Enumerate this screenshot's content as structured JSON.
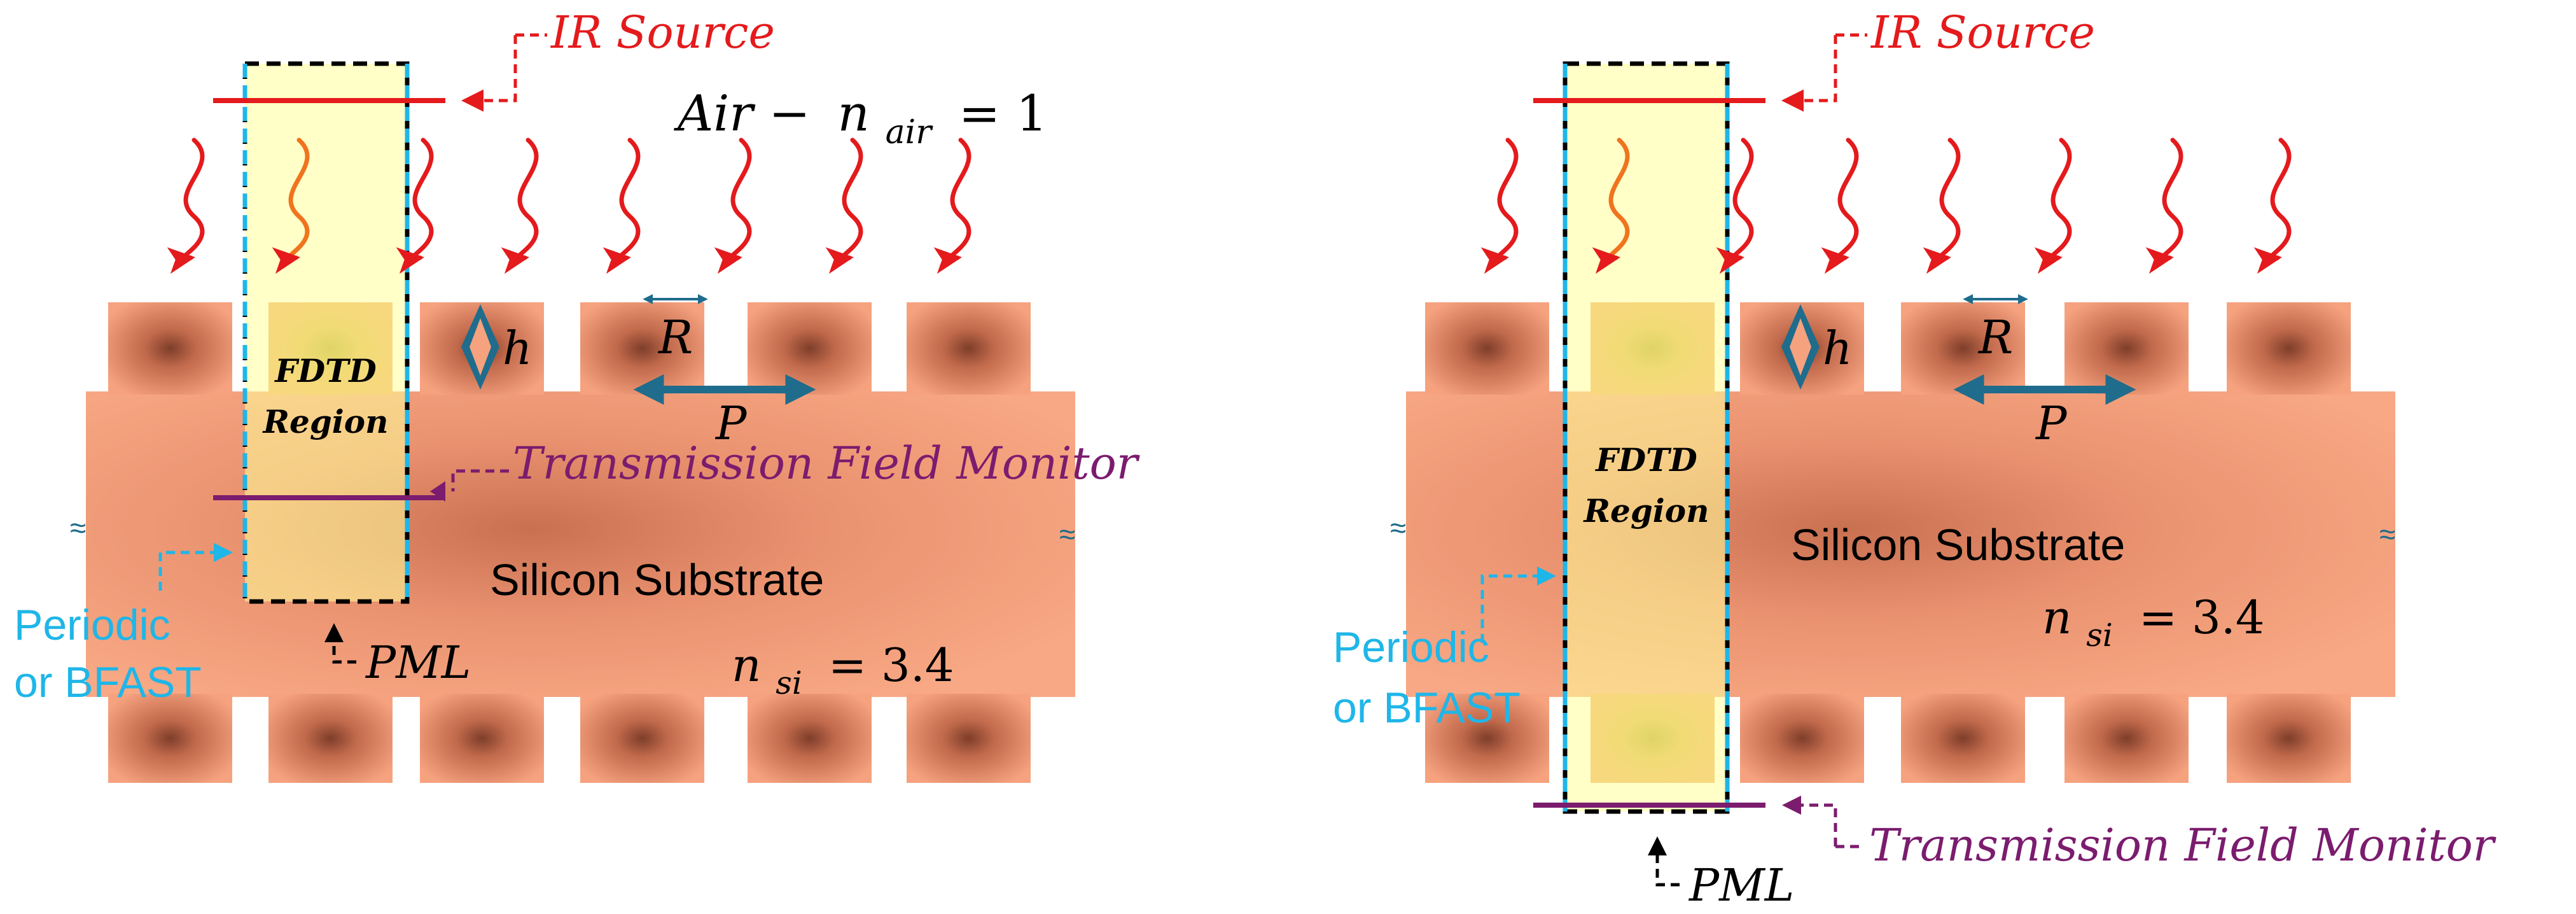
{
  "colors": {
    "substrate": "#f6a27f",
    "pillar_center": "#8a4a34",
    "fdtd_fill": "#ffff99",
    "ir": "#e41a1c",
    "monitor": "#7b1c6e",
    "periodic": "#1fb6e8",
    "dimension": "#1f6c8c",
    "pml": "#000000"
  },
  "labels": {
    "ir_source": "IR Source",
    "air_prefix": "Air −",
    "n_air_symbol": "n",
    "n_air_sub": "air",
    "n_air_value": "= 1",
    "h": "h",
    "r": "R",
    "p": "P",
    "fdtd_line1": "FDTD",
    "fdtd_line2": "Region",
    "transmission_monitor": "Transmission Field Monitor",
    "periodic_line1": "Periodic",
    "periodic_line2": "or BFAST",
    "pml": "PML",
    "substrate": "Silicon Substrate",
    "n_si_symbol": "n",
    "n_si_sub": "si",
    "n_si_value": "= 3.4"
  }
}
